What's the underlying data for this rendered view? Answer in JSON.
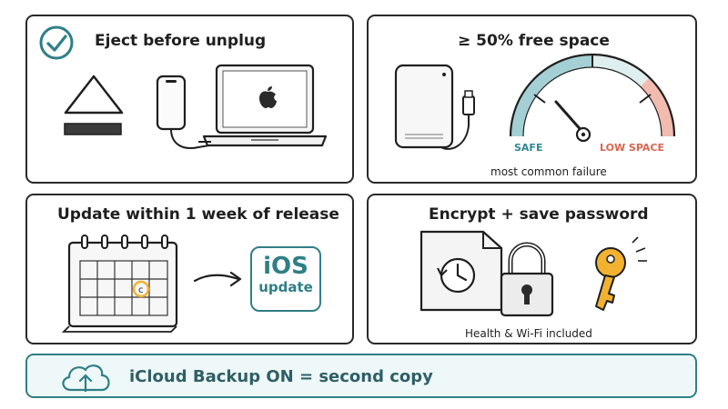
{
  "panels": {
    "eject": {
      "title": "Eject before unplug"
    },
    "space": {
      "title": "≥ 50% free space",
      "safe_label": "SAFE",
      "low_label": "LOW SPACE",
      "note": "most common failure",
      "safe_color": "#5aa9b3",
      "low_color": "#e8836f"
    },
    "update": {
      "title": "Update within 1 week of release",
      "ios_big": "iOS",
      "ios_small": "update",
      "accent": "#2f7f86"
    },
    "encrypt": {
      "title": "Encrypt + save password",
      "note": "Health & Wi-Fi included",
      "key_color": "#f2b230"
    }
  },
  "banner": {
    "text": "iCloud Backup ON = second copy",
    "border_color": "#2f7f86"
  },
  "icons": [
    "check-icon",
    "eject-icon",
    "phone-icon",
    "laptop-icon",
    "apple-logo-icon",
    "hard-drive-icon",
    "usb-plug-icon",
    "gauge-icon",
    "calendar-icon",
    "arrow-right-icon",
    "clock-icon",
    "padlock-icon",
    "key-icon",
    "cloud-upload-icon"
  ]
}
